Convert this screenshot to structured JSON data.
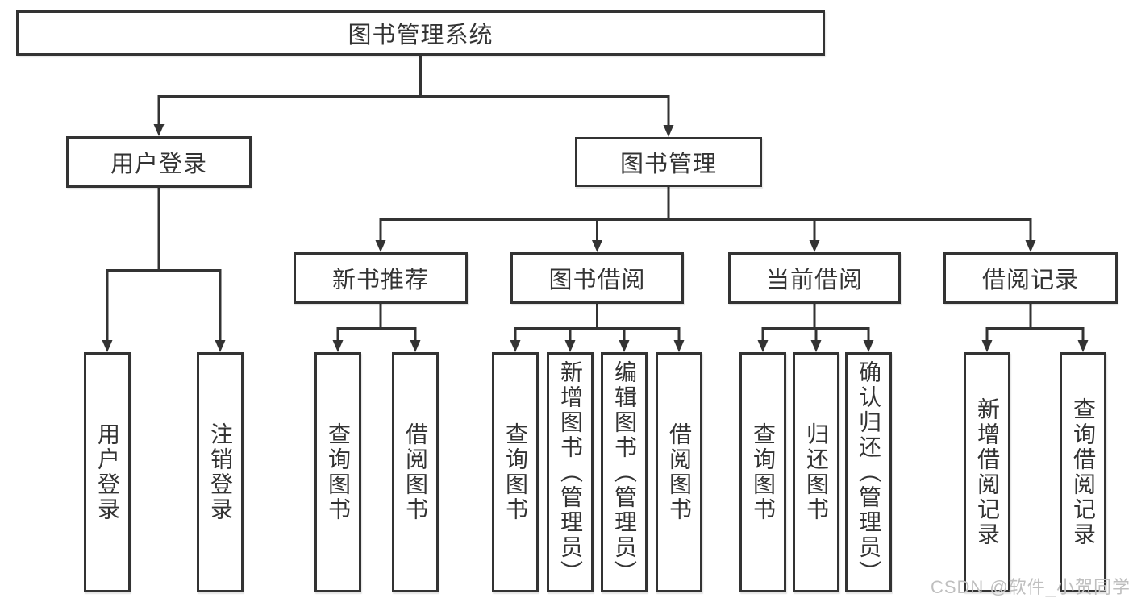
{
  "diagram": {
    "root_label": "图书管理系统",
    "branches": [
      {
        "label": "用户登录",
        "children": [
          "用户登录",
          "注销登录"
        ]
      },
      {
        "label": "图书管理",
        "groups": [
          {
            "label": "新书推荐",
            "children": [
              "查询图书",
              "借阅图书"
            ]
          },
          {
            "label": "图书借阅",
            "children": [
              "查询图书",
              "新增图书（管理员）",
              "编辑图书（管理员）",
              "借阅图书"
            ]
          },
          {
            "label": "当前借阅",
            "children": [
              "查询图书",
              "归还图书",
              "确认归还（管理员）"
            ]
          },
          {
            "label": "借阅记录",
            "children": [
              "新增借阅记录",
              "查询借阅记录"
            ]
          }
        ]
      }
    ]
  },
  "watermark": "CSDN @软件_小贺同学",
  "colors": {
    "line": "#333333",
    "node_border": "#333333",
    "node_background": "#ffffff",
    "text": "#333333",
    "watermark": "#bfbfbf"
  }
}
